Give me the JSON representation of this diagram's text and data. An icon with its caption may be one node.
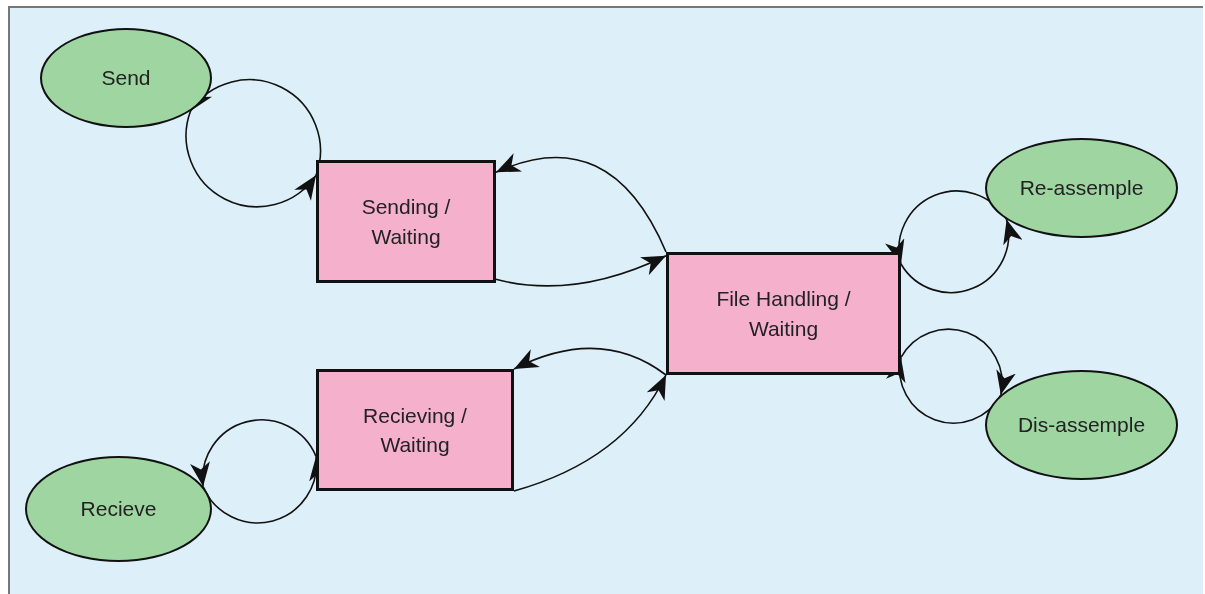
{
  "diagram": {
    "nodes": [
      {
        "text": [
          "Send"
        ]
      },
      {
        "text": [
          "Sending / Waiting"
        ]
      },
      {
        "text": [
          "Recieving / Waiting"
        ]
      },
      {
        "text": [
          "Recieve"
        ]
      },
      {
        "text": [
          "File Handling / Waiting"
        ]
      },
      {
        "text": [
          "Re-assemple"
        ]
      },
      {
        "text": [
          "Dis-assemple"
        ]
      }
    ],
    "edges": [
      {
        "from": 0,
        "to": 1,
        "arrow": "to"
      },
      {
        "from": 1,
        "to": 0,
        "arrow": "to"
      },
      {
        "from": 1,
        "to": 4,
        "arrow": "to"
      },
      {
        "from": 4,
        "to": 1,
        "arrow": "to"
      },
      {
        "from": 2,
        "to": 4,
        "arrow": "to"
      },
      {
        "from": 4,
        "to": 2,
        "arrow": "to"
      },
      {
        "from": 2,
        "to": 3,
        "arrow": "to"
      },
      {
        "from": 3,
        "to": 2,
        "arrow": "to"
      },
      {
        "from": 4,
        "to": 5,
        "arrow": "to"
      },
      {
        "from": 5,
        "to": 4,
        "arrow": "to"
      },
      {
        "from": 4,
        "to": 6,
        "arrow": "to"
      },
      {
        "from": 6,
        "to": 4,
        "arrow": "to"
      }
    ]
  }
}
